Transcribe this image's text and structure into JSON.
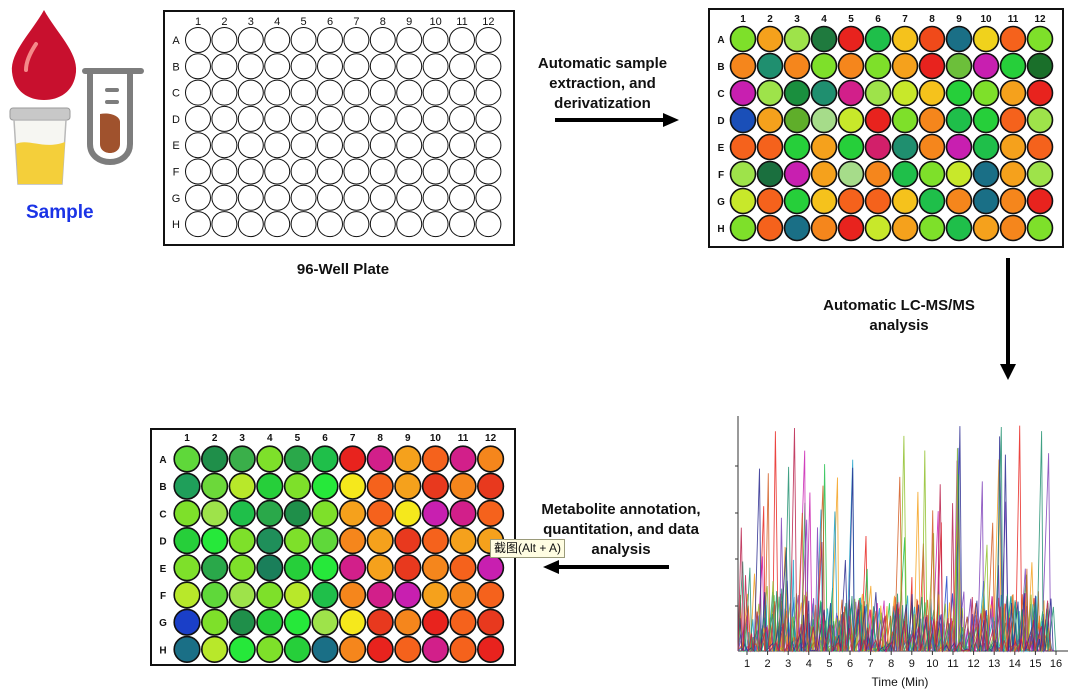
{
  "sample": {
    "label": "Sample"
  },
  "plate_empty": {
    "columns": [
      "1",
      "2",
      "3",
      "4",
      "5",
      "6",
      "7",
      "8",
      "9",
      "10",
      "11",
      "12"
    ],
    "rows": [
      "A",
      "B",
      "C",
      "D",
      "E",
      "F",
      "G",
      "H"
    ],
    "caption": "96-Well Plate"
  },
  "plate_colored": {
    "columns": [
      "1",
      "2",
      "3",
      "4",
      "5",
      "6",
      "7",
      "8",
      "9",
      "10",
      "11",
      "12"
    ],
    "rows": [
      "A",
      "B",
      "C",
      "D",
      "E",
      "F",
      "G",
      "H"
    ],
    "wells": [
      [
        "#7ee02a",
        "#f5a11c",
        "#9ee34a",
        "#1f7a3e",
        "#e8231e",
        "#1fbf4a",
        "#f5c21c",
        "#f04a1a",
        "#1a6f86",
        "#f0d21c",
        "#f5621c",
        "#7ee02a"
      ],
      [
        "#f5861c",
        "#1f8f6f",
        "#f5861c",
        "#7ee02a",
        "#f5861c",
        "#7ee02a",
        "#f5a11c",
        "#e8231e",
        "#6cbf3a",
        "#c81fb0",
        "#26cf3a",
        "#1a6f2a"
      ],
      [
        "#c81fb0",
        "#9ee34a",
        "#1a8f3e",
        "#1f8f6f",
        "#d21f8a",
        "#9ee34a",
        "#c8e82a",
        "#f5c21c",
        "#26cf3a",
        "#7ee02a",
        "#f5a11c",
        "#e8231e"
      ],
      [
        "#1a4fb8",
        "#f5a11c",
        "#5fae2a",
        "#a6dc8a",
        "#c8e82a",
        "#e8231e",
        "#7ee02a",
        "#f5861c",
        "#1fbf4a",
        "#26cf3a",
        "#f5621c",
        "#9ee34a"
      ],
      [
        "#f5621c",
        "#f5621c",
        "#26cf3a",
        "#f5a11c",
        "#26cf3a",
        "#d21f6a",
        "#1f8f6f",
        "#f5861c",
        "#c81fb0",
        "#1fbf4a",
        "#f5a11c",
        "#f5621c"
      ],
      [
        "#9ee34a",
        "#1a6f3e",
        "#c81fb0",
        "#f5a11c",
        "#a6dc8a",
        "#f5861c",
        "#1fbf4a",
        "#7ee02a",
        "#c8e82a",
        "#1a6f86",
        "#f5a11c",
        "#9ee34a"
      ],
      [
        "#c8e82a",
        "#f5621c",
        "#26cf3a",
        "#f5c21c",
        "#f5621c",
        "#f5621c",
        "#f5c21c",
        "#1fbf4a",
        "#f5861c",
        "#1a6f86",
        "#f5861c",
        "#e8231e"
      ],
      [
        "#7ee02a",
        "#f5621c",
        "#1a6f86",
        "#f5861c",
        "#e8231e",
        "#c8e82a",
        "#f5a11c",
        "#7ee02a",
        "#1fbf4a",
        "#f5a11c",
        "#f5861c",
        "#7ee02a"
      ]
    ]
  },
  "plate_sorted": {
    "columns": [
      "1",
      "2",
      "3",
      "4",
      "5",
      "6",
      "7",
      "8",
      "9",
      "10",
      "11",
      "12"
    ],
    "rows": [
      "A",
      "B",
      "C",
      "D",
      "E",
      "F",
      "G",
      "H"
    ],
    "wells": [
      [
        "#5fd83a",
        "#1f8f4a",
        "#3aaf4a",
        "#7ee02a",
        "#2aa84a",
        "#1fbf4a",
        "#e8231e",
        "#d21f8a",
        "#f5a11c",
        "#f5621c",
        "#d21f8a",
        "#f5861c"
      ],
      [
        "#1f9f5a",
        "#6cd83a",
        "#b8e82a",
        "#26cf3a",
        "#7ee02a",
        "#26e83a",
        "#f5e81c",
        "#f5621c",
        "#f5a11c",
        "#e8391e",
        "#f5861c",
        "#e8391e"
      ],
      [
        "#7ee02a",
        "#9ee34a",
        "#1fbf4a",
        "#2aa84a",
        "#1f8f4a",
        "#7ee02a",
        "#f5a11c",
        "#f5621c",
        "#f5e81c",
        "#c81fb0",
        "#d21f8a",
        "#f5621c"
      ],
      [
        "#26cf3a",
        "#26e83a",
        "#7ee02a",
        "#1f8f5a",
        "#7ee02a",
        "#5fd83a",
        "#f5861c",
        "#f5a11c",
        "#e8391e",
        "#f5621c",
        "#f5a11c",
        "#f5a11c"
      ],
      [
        "#7ee02a",
        "#2aa84a",
        "#7ee02a",
        "#1a7f5a",
        "#26cf3a",
        "#26e83a",
        "#d21f8a",
        "#f5a11c",
        "#e8391e",
        "#f5861c",
        "#f5621c",
        "#c81fb0"
      ],
      [
        "#b8e82a",
        "#5fd83a",
        "#9ee34a",
        "#7ee02a",
        "#b8e82a",
        "#1fbf4a",
        "#f5861c",
        "#d21f8a",
        "#c81fb0",
        "#f5a11c",
        "#f5861c",
        "#f5621c"
      ],
      [
        "#1a3fc8",
        "#7ee02a",
        "#1f8f4a",
        "#26cf3a",
        "#26e83a",
        "#9ee34a",
        "#f5e81c",
        "#e8391e",
        "#f5861c",
        "#e8231e",
        "#f5621c",
        "#e8391e"
      ],
      [
        "#1a6f86",
        "#b8e82a",
        "#26e83a",
        "#7ee02a",
        "#26cf3a",
        "#1a6f86",
        "#f5861c",
        "#e8231e",
        "#f5621c",
        "#d21f8a",
        "#f5621c",
        "#e8231e"
      ]
    ]
  },
  "steps": {
    "step1": "Automatic sample extraction, and derivatization",
    "step2": "Automatic LC-MS/MS analysis",
    "step3": "Metabolite annotation, quantitation, and data analysis"
  },
  "chromatogram": {
    "x_ticks": [
      "1",
      "2",
      "3",
      "4",
      "5",
      "6",
      "7",
      "8",
      "9",
      "10",
      "11",
      "12",
      "13",
      "14",
      "15",
      "16"
    ],
    "x_label": "Time (Min)"
  },
  "tooltip": {
    "text": "截图(Alt + A)"
  }
}
